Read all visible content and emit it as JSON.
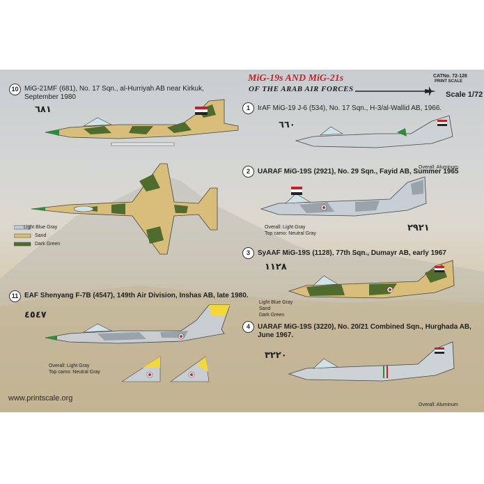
{
  "header": {
    "title_line1": "MiG-19s AND MiG-21s",
    "title_line2": "OF THE ARAB AIR FORCES",
    "catalog": "CATNo. 72-126",
    "brand": "PRINT SCALE",
    "scale": "Scale 1/72"
  },
  "profiles": [
    {
      "number": "10",
      "caption_line1": "MiG-21MF (681), No. 17 Sqn., al-Hurriyah AB near Kirkuk,",
      "caption_line2": "September 1980",
      "serial": "٦٨١"
    },
    {
      "number": "11",
      "caption_line1": "EAF Shenyang F-7B (4547), 149th Air Division, Inshas AB, late 1980.",
      "serial": "٤٥٤٧",
      "note_line1": "Overall: Light Gray",
      "note_line2": "Top camo: Neutral Gray"
    },
    {
      "number": "1",
      "caption_line1": "IrAF MiG-19 J-6 (534), No. 17 Sqn., H-3/al-Wallid AB, 1966.",
      "serial": "٦٦٠",
      "note_line1": "Overall: Aluminum"
    },
    {
      "number": "2",
      "caption_line1": "UARAF MiG-19S (2921), No. 29 Sqn., Fayid AB, Summer 1965",
      "serial": "٢٩٢١",
      "note_line1": "Overall: Light Gray",
      "note_line2": "Top camo: Neutral Gray"
    },
    {
      "number": "3",
      "caption_line1": "SyAAF MiG-19S (1128), 77th Sqn., Dumayr AB, early 1967",
      "serial": "١١٢٨",
      "note_line1": "Light Blue Gray",
      "note_line2": "Sand",
      "note_line3": "Dark Green"
    },
    {
      "number": "4",
      "caption_line1": "UARAF MiG-19S (3220), No. 20/21 Combined Sqn., Hurghada AB,",
      "caption_line2": "June 1967.",
      "serial": "٣٢٢٠",
      "note_line1": "Overall: Aluminum"
    }
  ],
  "legend": [
    "Light Blue Gray",
    "Sand",
    "Dark Green"
  ],
  "footer": {
    "website": "www.printscale.org"
  },
  "colors": {
    "sand": "#d9bd7a",
    "dark_green": "#4f6b2d",
    "light_blue_gray": "#c7ced6",
    "title_red": "#c8202a",
    "yellow": "#f2d83a"
  }
}
